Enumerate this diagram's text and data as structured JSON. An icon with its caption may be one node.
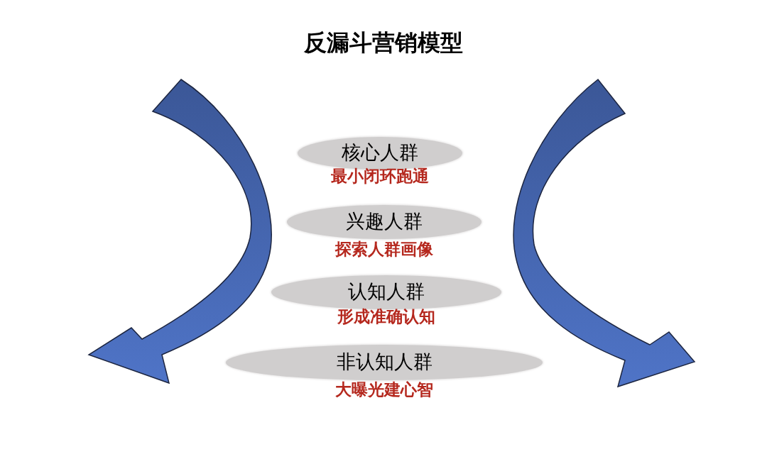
{
  "diagram": {
    "title": "反漏斗营销模型",
    "nodes": [
      {
        "text": [
          "核心人群",
          "最小闭环跑通"
        ]
      },
      {
        "text": [
          "兴趣人群",
          "探索人群画像"
        ]
      },
      {
        "text": [
          "认知人群",
          "形成准确认知"
        ]
      },
      {
        "text": [
          "非认知人群",
          "大曝光建心智"
        ]
      }
    ]
  }
}
